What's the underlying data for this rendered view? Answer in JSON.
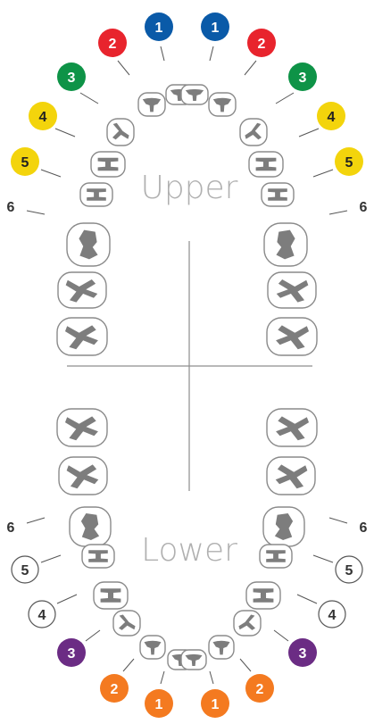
{
  "labels": {
    "upper": "Upper",
    "lower": "Lower"
  },
  "colors": {
    "blue": "#0a5aa8",
    "red": "#e8242d",
    "green": "#0e9347",
    "yellow": "#f3d40c",
    "purple": "#6b2c84",
    "orange": "#f47a20",
    "tooth_fill": "#7d7d7d",
    "tooth_outline": "#8a8a8a",
    "label_gray": "#b0b0b0",
    "divider": "#8d8d8d"
  },
  "upper_markers": [
    {
      "side": "left",
      "number": "1",
      "style": "blue"
    },
    {
      "side": "left",
      "number": "2",
      "style": "red"
    },
    {
      "side": "left",
      "number": "3",
      "style": "green"
    },
    {
      "side": "left",
      "number": "4",
      "style": "yellow"
    },
    {
      "side": "left",
      "number": "5",
      "style": "yellow"
    },
    {
      "side": "left",
      "number": "6",
      "style": "plain"
    },
    {
      "side": "right",
      "number": "1",
      "style": "blue"
    },
    {
      "side": "right",
      "number": "2",
      "style": "red"
    },
    {
      "side": "right",
      "number": "3",
      "style": "green"
    },
    {
      "side": "right",
      "number": "4",
      "style": "yellow"
    },
    {
      "side": "right",
      "number": "5",
      "style": "yellow"
    },
    {
      "side": "right",
      "number": "6",
      "style": "plain"
    }
  ],
  "lower_markers": [
    {
      "side": "left",
      "number": "6",
      "style": "plain"
    },
    {
      "side": "left",
      "number": "5",
      "style": "outline"
    },
    {
      "side": "left",
      "number": "4",
      "style": "outline"
    },
    {
      "side": "left",
      "number": "3",
      "style": "purple"
    },
    {
      "side": "left",
      "number": "2",
      "style": "orange"
    },
    {
      "side": "left",
      "number": "1",
      "style": "orange"
    },
    {
      "side": "right",
      "number": "6",
      "style": "plain"
    },
    {
      "side": "right",
      "number": "5",
      "style": "outline"
    },
    {
      "side": "right",
      "number": "4",
      "style": "outline"
    },
    {
      "side": "right",
      "number": "3",
      "style": "purple"
    },
    {
      "side": "right",
      "number": "2",
      "style": "orange"
    },
    {
      "side": "right",
      "number": "1",
      "style": "orange"
    }
  ]
}
